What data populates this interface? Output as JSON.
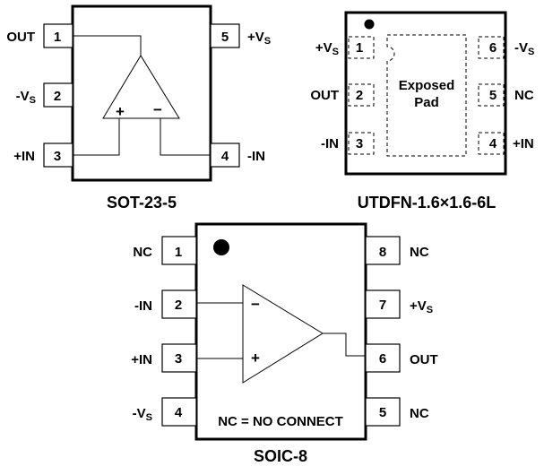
{
  "packages": [
    {
      "name": "SOT-23-5",
      "pins": [
        {
          "num": "1",
          "label": "OUT"
        },
        {
          "num": "2",
          "label": "-V",
          "sub": "S"
        },
        {
          "num": "3",
          "label": "+IN"
        },
        {
          "num": "4",
          "label": "-IN"
        },
        {
          "num": "5",
          "label": "+V",
          "sub": "S"
        }
      ],
      "opamp": {
        "plus": "+",
        "minus": "−"
      }
    },
    {
      "name": "UTDFN-1.6×1.6-6L",
      "pad_label_1": "Exposed",
      "pad_label_2": "Pad",
      "pins": [
        {
          "num": "1",
          "label": "+V",
          "sub": "S"
        },
        {
          "num": "2",
          "label": "OUT"
        },
        {
          "num": "3",
          "label": "-IN"
        },
        {
          "num": "4",
          "label": "+IN"
        },
        {
          "num": "5",
          "label": "NC"
        },
        {
          "num": "6",
          "label": "-V",
          "sub": "S"
        }
      ]
    },
    {
      "name": "SOIC-8",
      "note": "NC = NO CONNECT",
      "pins": [
        {
          "num": "1",
          "label": "NC"
        },
        {
          "num": "2",
          "label": "-IN"
        },
        {
          "num": "3",
          "label": "+IN"
        },
        {
          "num": "4",
          "label": "-V",
          "sub": "S"
        },
        {
          "num": "5",
          "label": "NC"
        },
        {
          "num": "6",
          "label": "OUT"
        },
        {
          "num": "7",
          "label": "+V",
          "sub": "S"
        },
        {
          "num": "8",
          "label": "NC"
        }
      ],
      "opamp": {
        "plus": "+",
        "minus": "−"
      }
    }
  ]
}
